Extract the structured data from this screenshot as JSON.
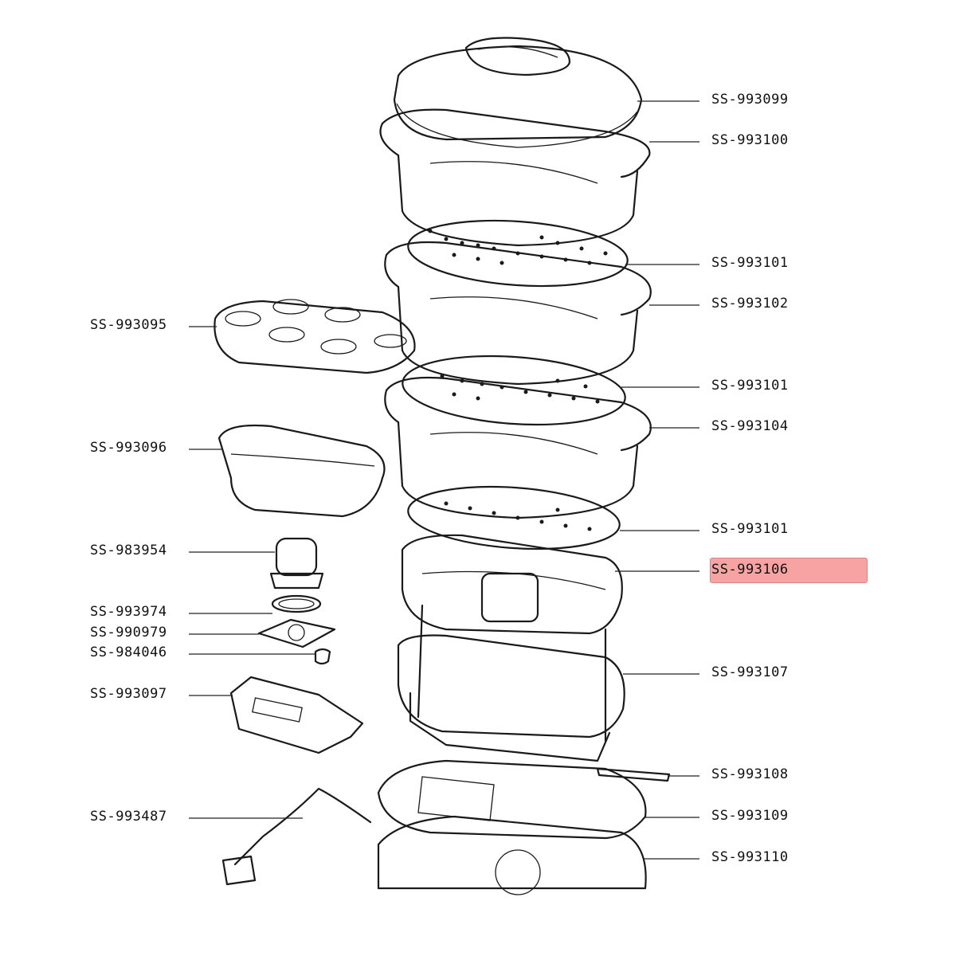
{
  "highlight_color": "#f7a3a3",
  "selected_part": "SS-993106",
  "parts_right": [
    {
      "code": "SS-993099",
      "icon": "steamer-lid"
    },
    {
      "code": "SS-993100",
      "icon": "top-bowl"
    },
    {
      "code": "SS-993101",
      "icon": "drip-tray-grid"
    },
    {
      "code": "SS-993102",
      "icon": "middle-bowl"
    },
    {
      "code": "SS-993101",
      "icon": "drip-tray-grid"
    },
    {
      "code": "SS-993104",
      "icon": "lower-bowl"
    },
    {
      "code": "SS-993101",
      "icon": "drip-tray-grid"
    },
    {
      "code": "SS-993106",
      "icon": "water-tank"
    },
    {
      "code": "SS-993107",
      "icon": "water-reservoir-base"
    },
    {
      "code": "SS-993108",
      "icon": "clip"
    },
    {
      "code": "SS-993109",
      "icon": "base-cover"
    },
    {
      "code": "SS-993110",
      "icon": "bottom-housing"
    }
  ],
  "parts_left": [
    {
      "code": "SS-993095",
      "icon": "egg-tray"
    },
    {
      "code": "SS-993096",
      "icon": "rice-bowl"
    },
    {
      "code": "SS-983954",
      "icon": "heating-element"
    },
    {
      "code": "SS-993974",
      "icon": "seal-ring"
    },
    {
      "code": "SS-990979",
      "icon": "mounting-plate"
    },
    {
      "code": "SS-984046",
      "icon": "thermostat"
    },
    {
      "code": "SS-993097",
      "icon": "control-board"
    },
    {
      "code": "SS-993487",
      "icon": "power-cord"
    }
  ]
}
